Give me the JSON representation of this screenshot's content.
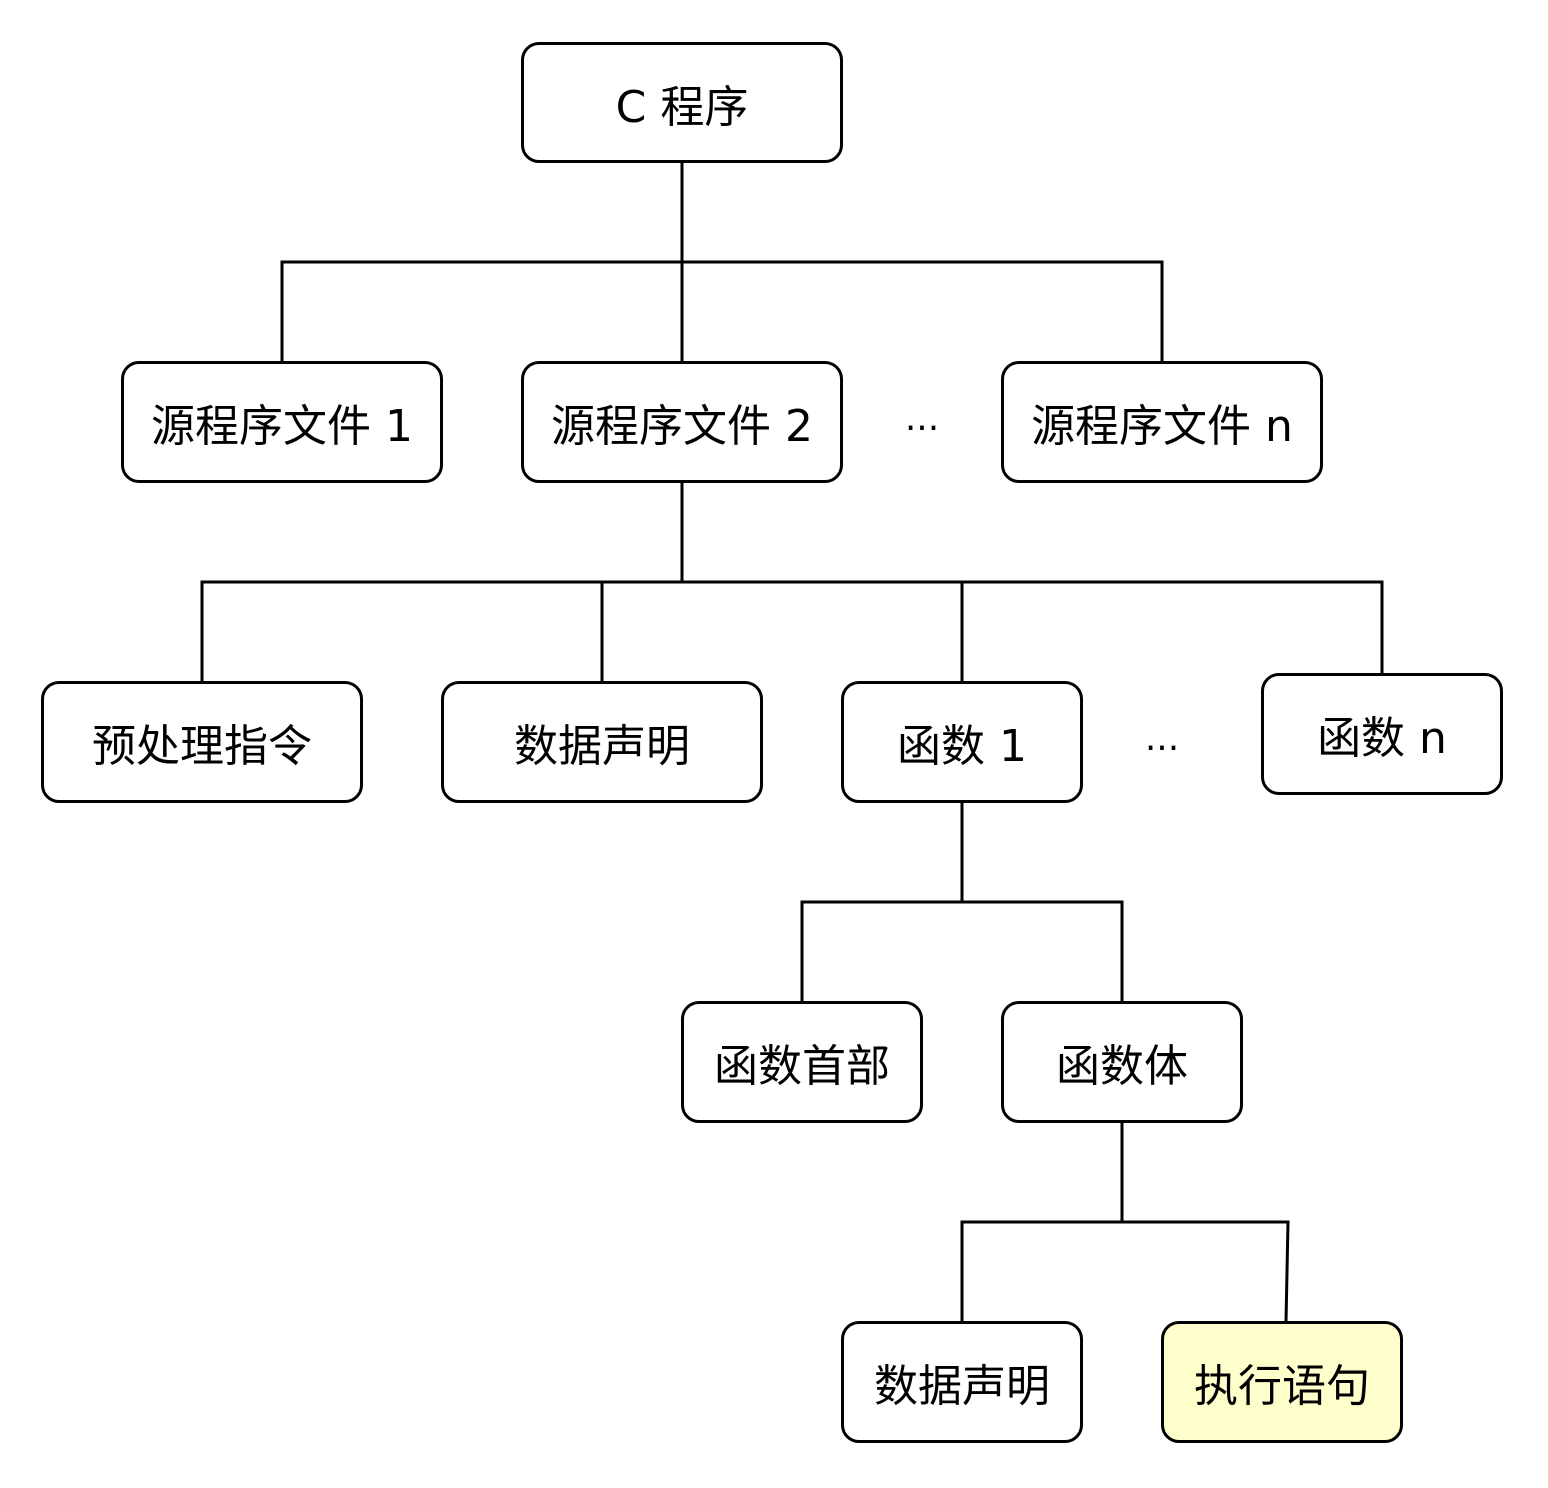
{
  "nodes": {
    "root": "C 程序",
    "file1": "源程序文件 1",
    "file2": "源程序文件 2",
    "file_ellipsis": "...",
    "filen": "源程序文件 n",
    "preprocess": "预处理指令",
    "data_decl": "数据声明",
    "func1": "函数 1",
    "func_ellipsis": "...",
    "funcn": "函数 n",
    "func_header": "函数首部",
    "func_body": "函数体",
    "body_data_decl": "数据声明",
    "exec_stmt": "执行语句"
  },
  "colors": {
    "line": "#000000",
    "node_fill": "#ffffff",
    "highlight_fill": "#ffffcc"
  }
}
